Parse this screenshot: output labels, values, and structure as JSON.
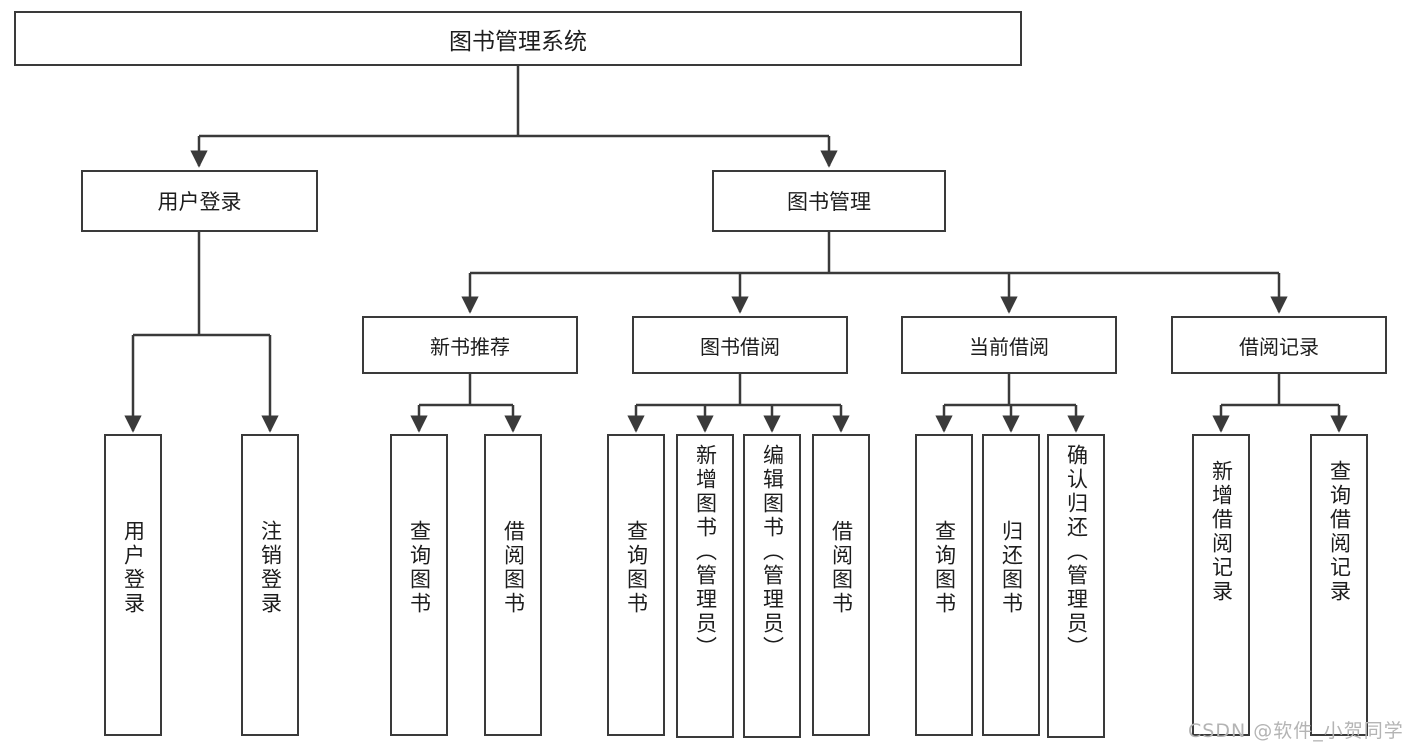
{
  "diagram": {
    "title": "图书管理系统",
    "type": "hierarchy-tree",
    "root": {
      "label": "图书管理系统"
    },
    "level1": [
      {
        "label": "用户登录"
      },
      {
        "label": "图书管理"
      }
    ],
    "level2": [
      {
        "label": "新书推荐"
      },
      {
        "label": "图书借阅"
      },
      {
        "label": "当前借阅"
      },
      {
        "label": "借阅记录"
      }
    ],
    "leaves": [
      {
        "label": "用户登录"
      },
      {
        "label": "注销登录"
      },
      {
        "label": "查询图书"
      },
      {
        "label": "借阅图书"
      },
      {
        "label": "查询图书"
      },
      {
        "label": "新增图书（管理员）"
      },
      {
        "label": "编辑图书（管理员）"
      },
      {
        "label": "借阅图书"
      },
      {
        "label": "查询图书"
      },
      {
        "label": "归还图书"
      },
      {
        "label": "确认归还（管理员）"
      },
      {
        "label": "新增借阅记录"
      },
      {
        "label": "查询借阅记录"
      }
    ]
  },
  "watermark": {
    "text": "CSDN @软件_小贺同学"
  },
  "colors": {
    "stroke": "#3a3a3a",
    "text": "#1d1d1d",
    "background": "#ffffff",
    "watermark": "#b4b4b4"
  }
}
